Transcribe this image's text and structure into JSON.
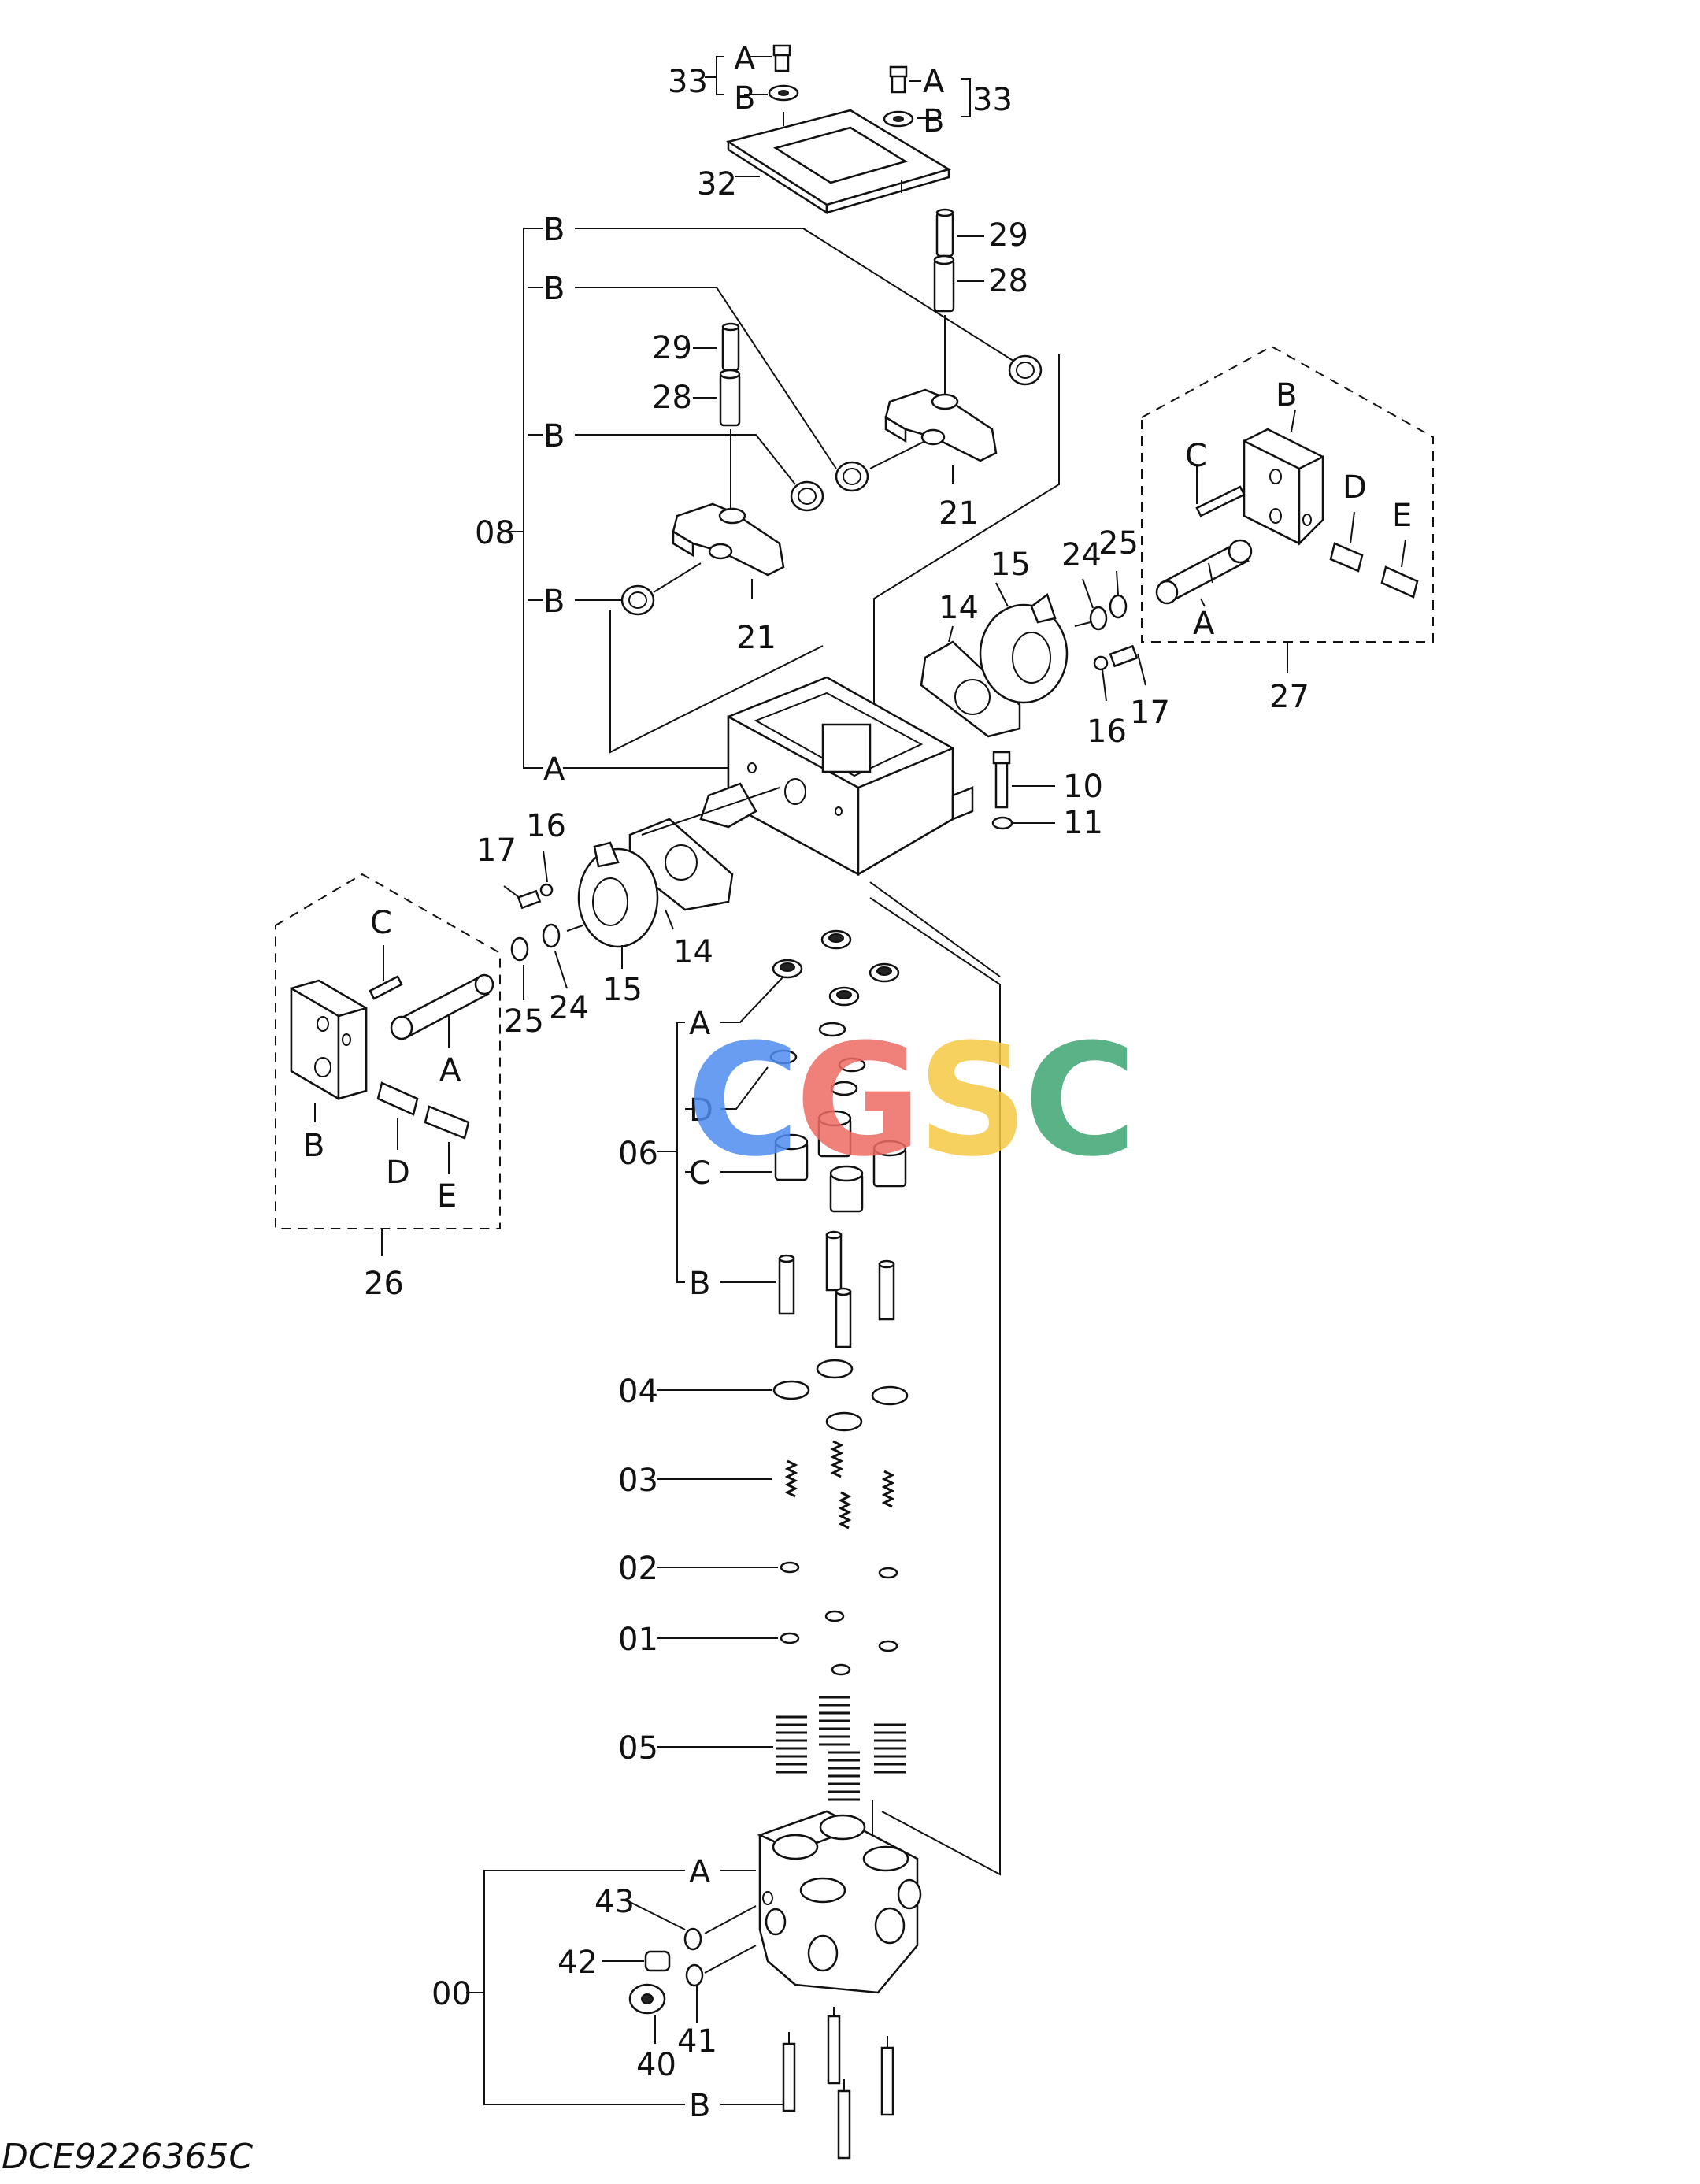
{
  "document_code": "DCE9226365C",
  "watermark": {
    "letters": [
      "C",
      "G",
      "S",
      "C"
    ],
    "colors": [
      "#4f8df0",
      "#ee6b63",
      "#f6c945",
      "#3ea673"
    ]
  },
  "callouts": {
    "n33_left": "33",
    "n33_right": "33",
    "n32": "32",
    "n29_right": "29",
    "n28_right": "28",
    "n29_left": "29",
    "n28_left": "28",
    "n08": "08",
    "n21_right": "21",
    "n21_left": "21",
    "n15_right": "15",
    "n14_right": "14",
    "n24_right": "24",
    "n25_right": "25",
    "n16_right": "16",
    "n17_right": "17",
    "n27": "27",
    "n10": "10",
    "n11": "11",
    "n17_left": "17",
    "n16_left": "16",
    "n14_left": "14",
    "n15_left": "15",
    "n25_left": "25",
    "n24_left": "24",
    "n26": "26",
    "n06": "06",
    "n04": "04",
    "n03": "03",
    "n02": "02",
    "n01": "01",
    "n05": "05",
    "n00": "00",
    "n43": "43",
    "n42": "42",
    "n41": "41",
    "n40": "40"
  },
  "letters": {
    "a": "A",
    "b": "B",
    "c": "C",
    "d": "D",
    "e": "E"
  }
}
